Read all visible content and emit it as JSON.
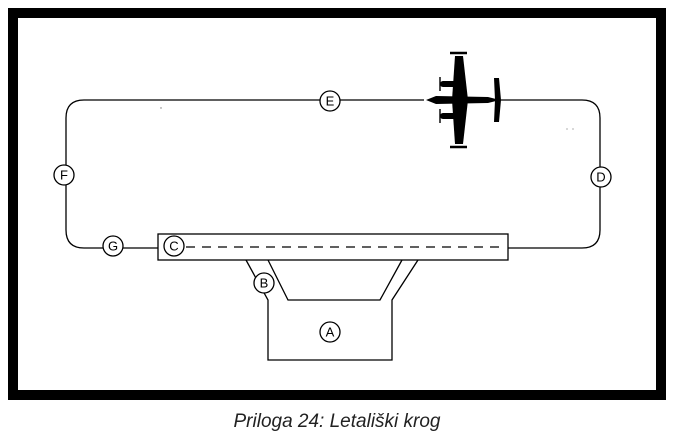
{
  "diagram": {
    "points": {
      "A": "A",
      "B": "B",
      "C": "C",
      "D": "D",
      "E": "E",
      "F": "F",
      "G": "G"
    },
    "icons": {
      "aircraft": "airplane-icon"
    }
  },
  "caption": "Priloga 24: Letališki krog",
  "colors": {
    "line": "#000000",
    "background": "#ffffff"
  }
}
